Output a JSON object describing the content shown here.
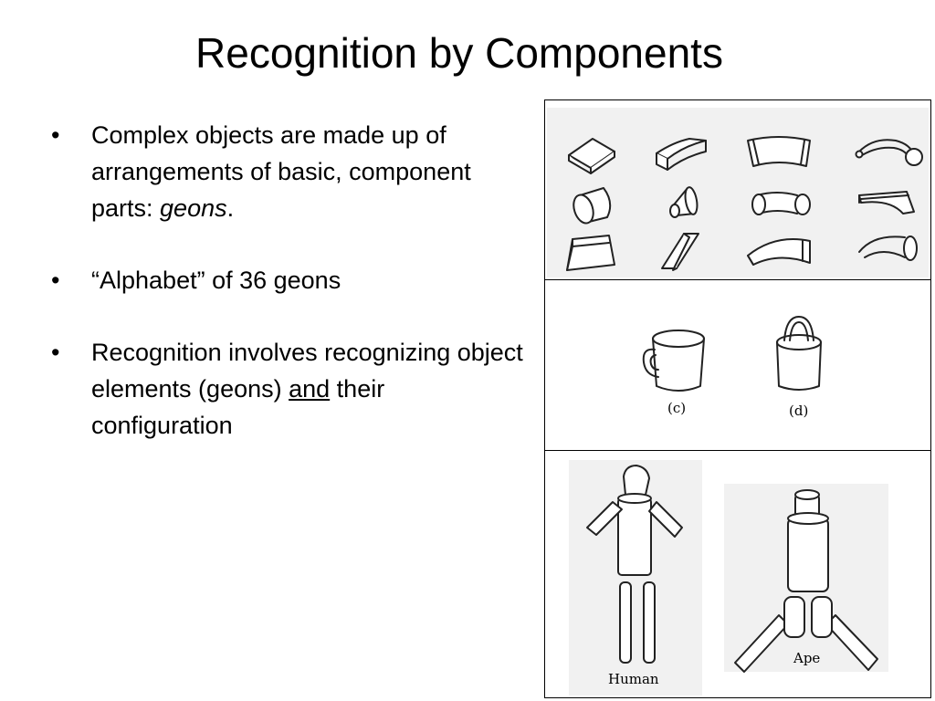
{
  "slide": {
    "title": "Recognition by Components",
    "bullets": [
      {
        "parts": {
          "text": "Complex objects are made up of arrangements of basic, component parts: ",
          "emphasis": "geons",
          "tail": "."
        }
      },
      {
        "text": "“Alphabet” of 36 geons"
      },
      {
        "parts": {
          "text": "Recognition involves recognizing object elements (geons) ",
          "underline": "and",
          "tail": " their configuration"
        }
      }
    ],
    "bullet_marker": "•"
  },
  "figure": {
    "geons_panel": {
      "icon": "geon-shapes"
    },
    "objects_panel": {
      "caption_c": "(c)",
      "caption_d": "(d)"
    },
    "figures_panel": {
      "caption_human": "Human",
      "caption_ape": "Ape"
    }
  }
}
